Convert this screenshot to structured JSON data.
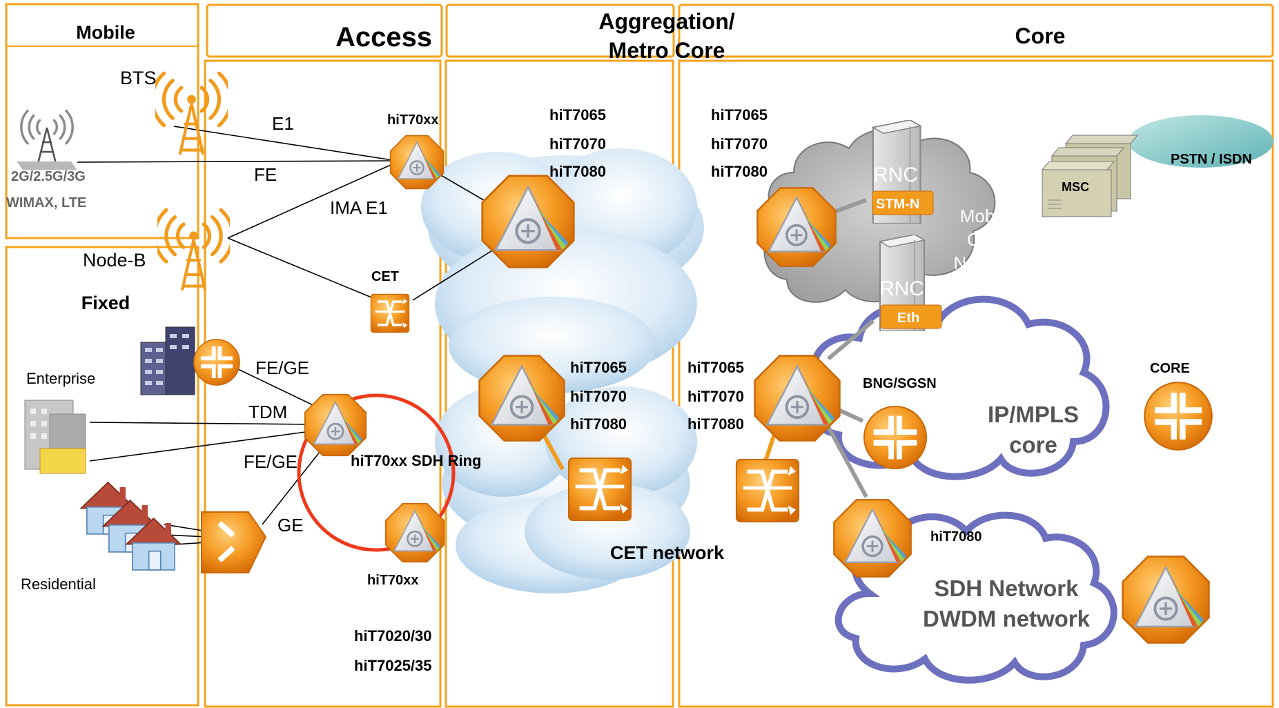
{
  "columns": {
    "mobile": "Mobile",
    "fixed": "Fixed",
    "access": "Access",
    "aggregation_line1": "Aggregation/",
    "aggregation_line2": "Metro Core",
    "core": "Core"
  },
  "mobile": {
    "bts": "BTS",
    "node_b": "Node-B",
    "tech_line1": "2G/2.5G/3G",
    "tech_line2": "WIMAX, LTE"
  },
  "fixed": {
    "enterprise": "Enterprise",
    "residential": "Residential"
  },
  "access": {
    "e1": "E1",
    "fe": "FE",
    "ima_e1": "IMA E1",
    "hit70xx_top": "hiT70xx",
    "cet": "CET",
    "fe_ge_1": "FE/GE",
    "tdm": "TDM",
    "fe_ge_2": "FE/GE",
    "ge": "GE",
    "sdh_ring": "hiT70xx SDH Ring",
    "hit70xx_bottom": "hiT70xx",
    "models_1": "hiT7020/30",
    "models_2": "hiT7025/35"
  },
  "aggregation": {
    "top_left": [
      "hiT7065",
      "hiT7070",
      "hiT7080"
    ],
    "top_right": [
      "hiT7065",
      "hiT7070",
      "hiT7080"
    ],
    "mid_left": [
      "hiT7065",
      "hiT7070",
      "hiT7080"
    ],
    "mid_right": [
      "hiT7065",
      "hiT7070",
      "hiT7080"
    ],
    "cet_network": "CET network"
  },
  "core": {
    "pstn": "PSTN / ISDN",
    "msc": "MSC",
    "rnc1": "RNC",
    "rnc1_port": "STM-N",
    "rnc2": "RNC",
    "rnc2_port": "Eth",
    "mobile_core_1": "Mobile",
    "mobile_core_2": "Core",
    "mobile_core_3": "Network",
    "bng": "BNG/SGSN",
    "core_label": "CORE",
    "ip_mpls_1": "IP/MPLS",
    "ip_mpls_2": "core",
    "hit7080": "hiT7080",
    "sdh_1": "SDH Network",
    "sdh_2": "DWDM network"
  },
  "colors": {
    "accent_orange": "#f7a21b",
    "node_orange": "#f08a1a",
    "ring_red": "#ee3a1c",
    "cloud_blue": "#cfe4f5",
    "cloud_gray": "#b4b4b4",
    "cloud_purple": "#6d6fbf",
    "pstn_teal": "#7fc8c8"
  },
  "icons": [
    "antenna-icon",
    "sdh-node-icon",
    "cet-switch-icon",
    "router-icon",
    "building-icon",
    "house-icon",
    "server-icon",
    "cloud-icon"
  ]
}
